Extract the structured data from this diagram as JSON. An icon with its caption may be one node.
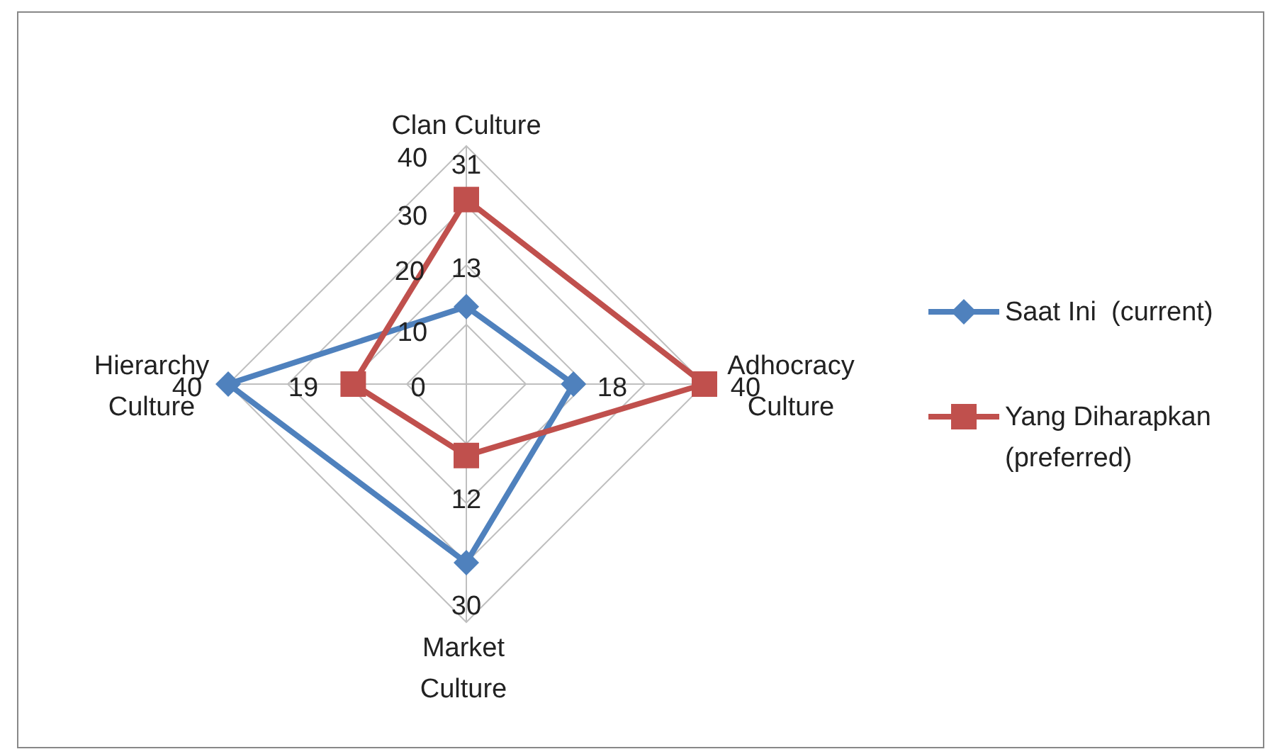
{
  "diagram": {
    "labels": [
      "Clan Culture",
      "40",
      "31",
      "30",
      "20",
      "13",
      "10",
      "Hierarchy Culture",
      "40",
      "19",
      "0",
      "18",
      "40",
      "Adhocracy Culture",
      "12",
      "30",
      "Market Culture"
    ],
    "legend": [
      {
        "text": "Saat Ini  (current)"
      },
      {
        "text": "Yang Diharapkan (preferred)"
      }
    ]
  }
}
